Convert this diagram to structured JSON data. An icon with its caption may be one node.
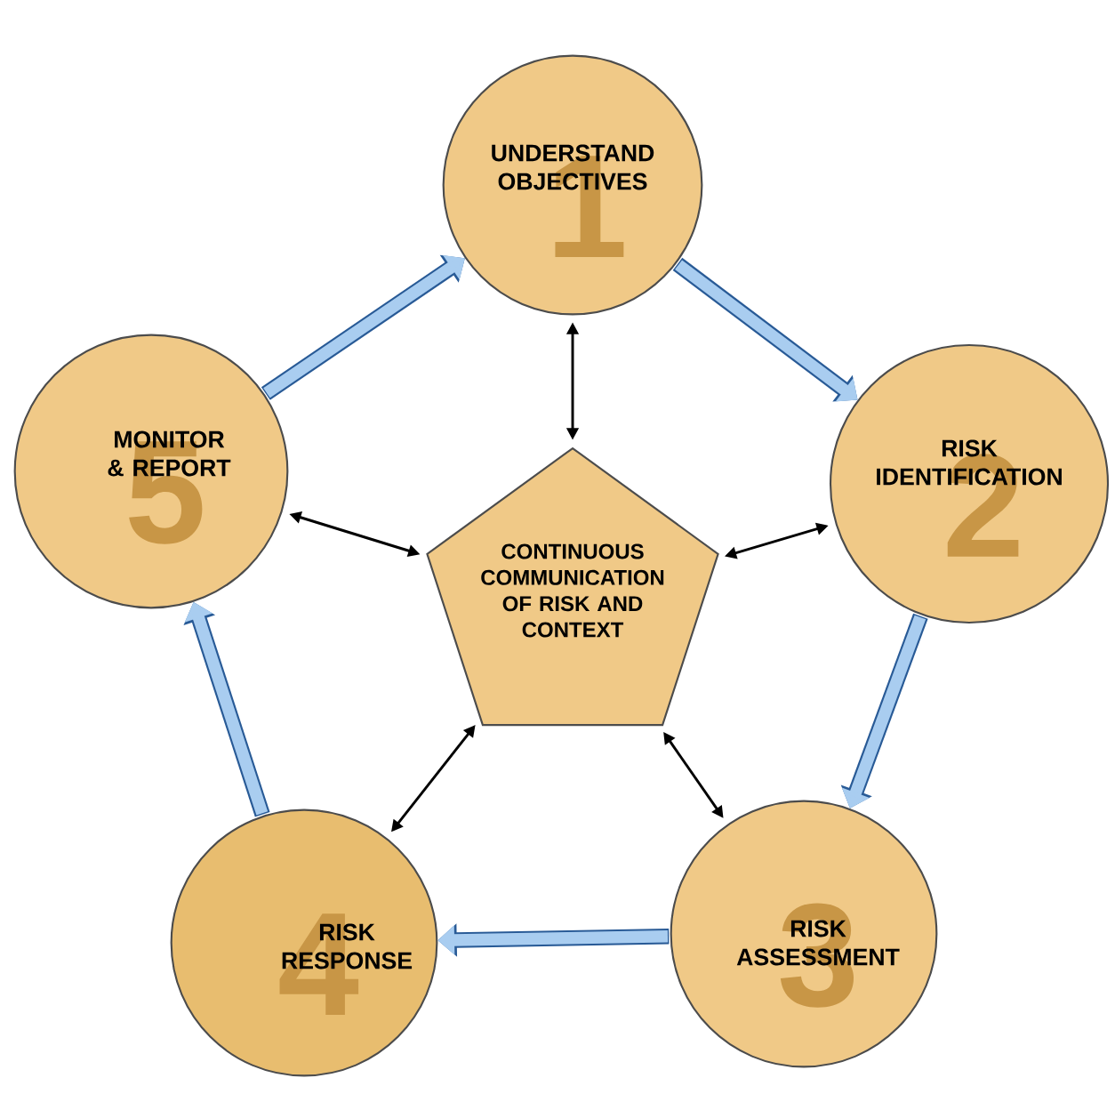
{
  "diagram": {
    "nodes": [
      {
        "text": [
          "UNDERSTAND OBJECTIVES",
          "1"
        ]
      },
      {
        "text": [
          "RISK IDENTIFICATION",
          "2"
        ]
      },
      {
        "text": [
          "RISK ASSESSMENT",
          "3"
        ]
      },
      {
        "text": [
          "RISK RESPONSE",
          "4"
        ]
      },
      {
        "text": [
          "MONITOR & REPORT",
          "5"
        ]
      },
      {
        "text": [
          "CONTINUOUS COMMUNICATION OF RISK AND CONTEXT"
        ]
      }
    ],
    "edges": [
      {
        "from": 5,
        "to": 0,
        "arrow": "both"
      },
      {
        "from": 5,
        "to": 1,
        "arrow": "both"
      },
      {
        "from": 5,
        "to": 2,
        "arrow": "both"
      },
      {
        "from": 5,
        "to": 3,
        "arrow": "both"
      },
      {
        "from": 5,
        "to": 4,
        "arrow": "both"
      },
      {
        "from": 4,
        "to": 0,
        "arrow": "to",
        "style": "thick",
        "color": "#a9cdf0"
      },
      {
        "from": 0,
        "to": 1,
        "arrow": "to",
        "style": "thick",
        "color": "#a9cdf0"
      },
      {
        "from": 1,
        "to": 2,
        "arrow": "to",
        "style": "thick",
        "color": "#a9cdf0"
      },
      {
        "from": 2,
        "to": 3,
        "arrow": "to",
        "style": "thick",
        "color": "#a9cdf0"
      },
      {
        "from": 3,
        "to": 4,
        "arrow": "to",
        "style": "thick",
        "color": "#a9cdf0"
      }
    ]
  }
}
